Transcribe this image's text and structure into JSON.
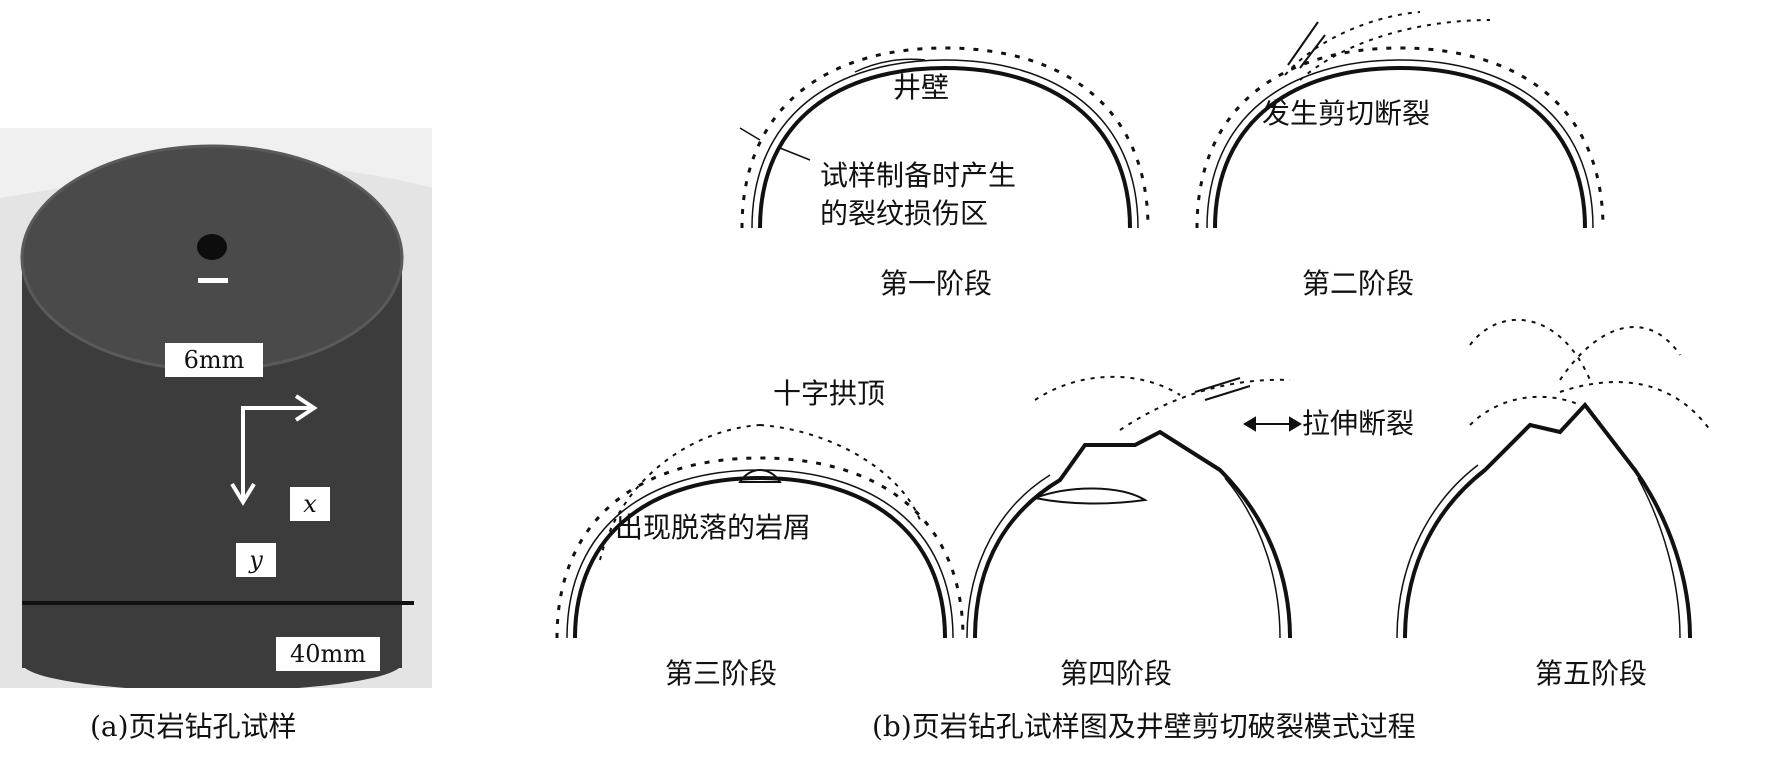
{
  "photo": {
    "scale_hole": "6mm",
    "scale_bottom": "40mm",
    "axis_x": "x",
    "axis_y": "y",
    "colors": {
      "rock": "#3a3a3a",
      "background": "#e7e7e7"
    }
  },
  "captions": {
    "a": "(a)页岩钻孔试样",
    "b": "(b)页岩钻孔试样图及井壁剪切破裂模式过程"
  },
  "stages": {
    "s1": {
      "label": "第一阶段",
      "wall": "井壁",
      "damage_line1": "试样制备时产生",
      "damage_line2": "的裂纹损伤区"
    },
    "s2": {
      "label": "第二阶段",
      "note": "发生剪切断裂"
    },
    "s3": {
      "label": "第三阶段",
      "top": "十字拱顶",
      "debris": "出现脱落的岩屑"
    },
    "s4": {
      "label": "第四阶段",
      "tension": "拉伸断裂"
    },
    "s5": {
      "label": "第五阶段"
    }
  }
}
